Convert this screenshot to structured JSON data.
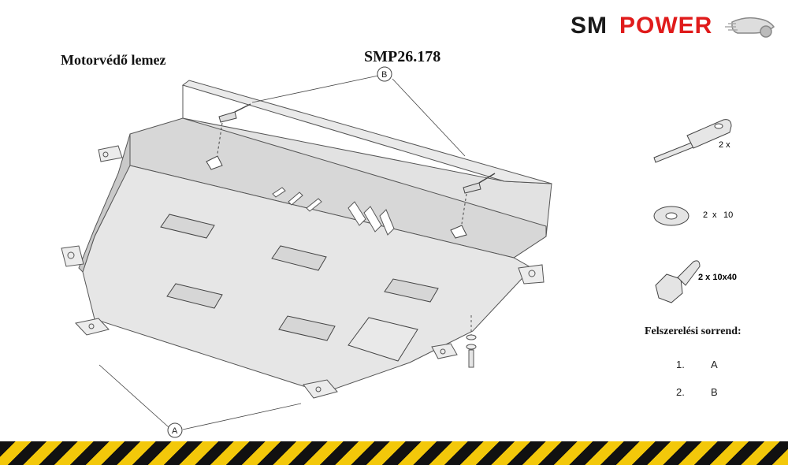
{
  "header": {
    "title": "Motorvédő lemez",
    "code": "SMP26.178",
    "logo_sm": "SM",
    "logo_power": "POWER"
  },
  "callouts": {
    "a": "A",
    "b": "B"
  },
  "parts": [
    {
      "icon": "bracket-plate-icon",
      "label": "2 x"
    },
    {
      "icon": "washer-icon",
      "qty": "2",
      "x": "x",
      "size": "10"
    },
    {
      "icon": "bolt-icon",
      "label": "2 x 10x40"
    }
  ],
  "order": {
    "heading": "Felszerelési sorrend:",
    "steps": [
      {
        "num": "1.",
        "letter": "A"
      },
      {
        "num": "2.",
        "letter": "B"
      }
    ]
  },
  "colors": {
    "logo_dark": "#1a1a1a",
    "logo_red": "#e01b1b",
    "stripe_yellow": "#f3c80a",
    "stripe_black": "#111111"
  }
}
